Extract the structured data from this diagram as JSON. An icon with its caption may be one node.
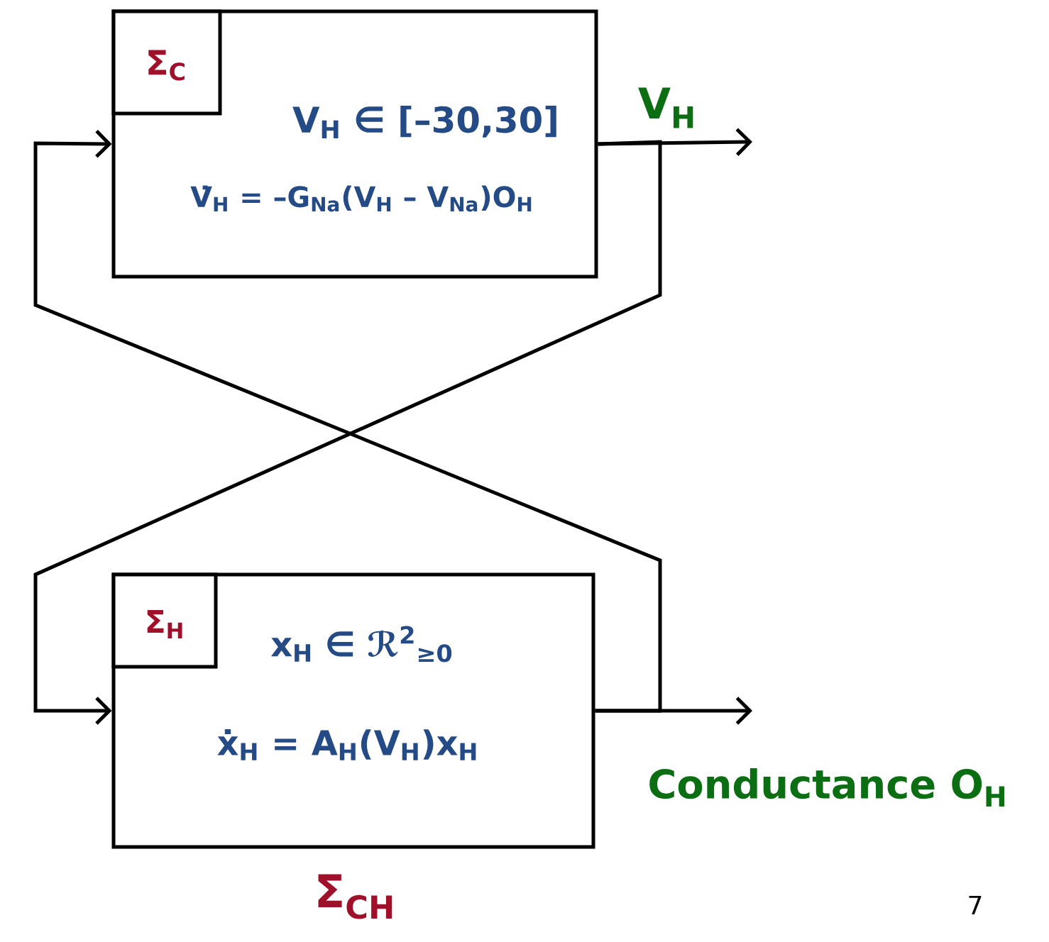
{
  "diagram": {
    "nodes": [
      {
        "text": [
          "V$_{H}$ ∈ [–30,30]",
          "V̇$_{H}$ = –G$_{Na}$(V$_{H}$ – V$_{Na}$)O$_{H}$"
        ]
      },
      {
        "text": [
          "Σ$_{C}$"
        ],
        "in": 0
      },
      {
        "text": [
          "x$_{H}$ ∈ ℛ$^{2}$$_{≥0}$",
          "ẋ$_{H}$ = A$_{H}$(V$_{H}$)x$_{H}$"
        ]
      },
      {
        "text": [
          "Σ$_{H}$"
        ],
        "in": 2
      }
    ],
    "edges": [
      {
        "from": 0,
        "to": null,
        "arrow": "to",
        "label": "V$_{H}$"
      },
      {
        "from": 0,
        "to": 2,
        "arrow": "to"
      },
      {
        "from": 2,
        "to": null,
        "arrow": "to",
        "label": "Conductance O$_{H}$"
      },
      {
        "from": 2,
        "to": 0,
        "arrow": "to"
      }
    ],
    "labels": [
      "Σ$_{CH}$",
      "7"
    ]
  }
}
